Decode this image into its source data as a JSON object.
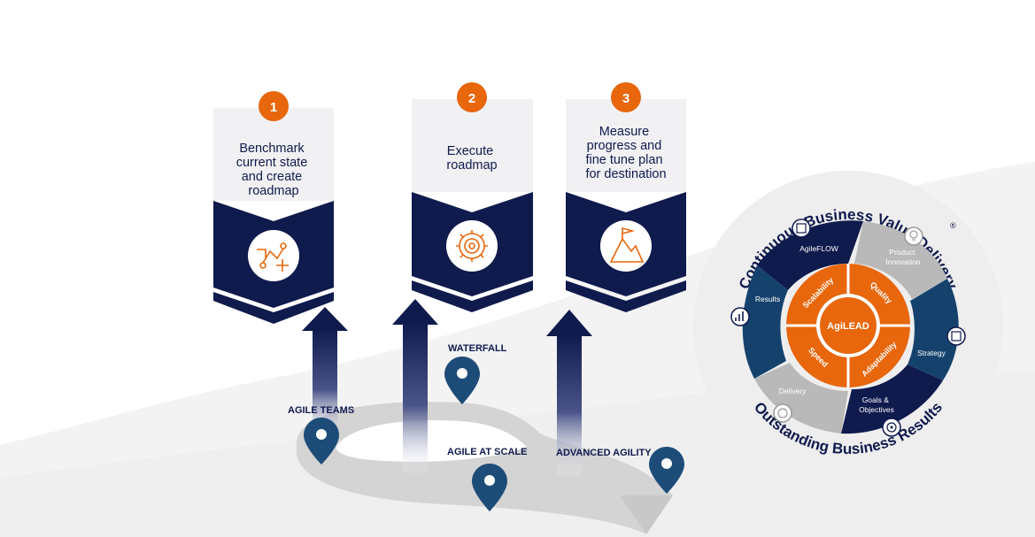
{
  "steps": [
    {
      "number": "1",
      "lines": [
        "Benchmark",
        "current state",
        "and create",
        "roadmap"
      ]
    },
    {
      "number": "2",
      "lines": [
        "Execute",
        "roadmap"
      ]
    },
    {
      "number": "3",
      "lines": [
        "Measure",
        "progress and",
        "fine tune plan",
        "for destination"
      ]
    }
  ],
  "journey": {
    "waterfall": "WATERFALL",
    "agile_teams": "AGILE TEAMS",
    "agile_at_scale": "AGILE AT SCALE",
    "advanced_agility": "ADVANCED AGILITY"
  },
  "wheel": {
    "top_arc": "Continuous Business Value Delivery",
    "registered": "®",
    "bottom_arc": "Outstanding Business Results",
    "center": "AgiLEAD",
    "inner": [
      "Scalability",
      "Quality",
      "Adaptability",
      "Speed"
    ],
    "outer": {
      "agileflow": "AgileFLOW",
      "product_1": "Product",
      "product_2": "Innovation",
      "strategy": "Strategy",
      "goals_1": "Goals &",
      "goals_2": "Objectives",
      "delivery": "Delivery",
      "results": "Results"
    }
  },
  "colors": {
    "navy": "#0f1a4d",
    "orange": "#e8660c",
    "pin_blue": "#1d4c78",
    "panel_gray": "#f1f1f3",
    "segment_gray": "#b9b9b9"
  },
  "icons": [
    "network-icon",
    "gear-icon",
    "mountain-flag-icon",
    "lightbulb-icon",
    "strategy-icon",
    "target-icon",
    "compass-icon",
    "bar-chart-icon",
    "agileflow-icon"
  ]
}
